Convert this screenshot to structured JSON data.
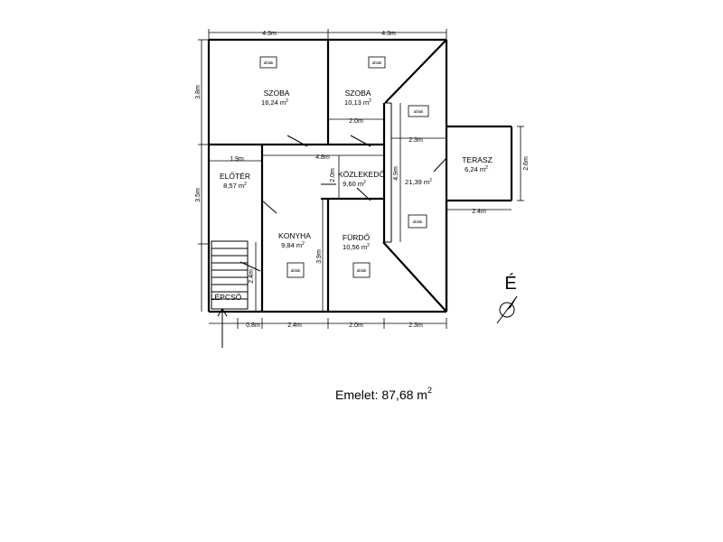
{
  "rooms": {
    "szoba1": {
      "name": "SZOBA",
      "area": "16,24 m",
      "sup": "2"
    },
    "szoba2": {
      "name": "SZOBA",
      "area": "10,13 m",
      "sup": "2"
    },
    "eloter": {
      "name": "ELŐTÉR",
      "area": "8,57 m",
      "sup": "2"
    },
    "kozlekedo": {
      "name": "KÖZLEKEDŐ",
      "area": "9,60 m",
      "sup": "2"
    },
    "konyha": {
      "name": "KONYHA",
      "area": "9,84 m",
      "sup": "2"
    },
    "furdo": {
      "name": "FÜRDŐ",
      "area": "10,56 m",
      "sup": "2"
    },
    "nappali": {
      "area": "21,39 m",
      "sup": "2"
    },
    "terasz": {
      "name": "TERASZ",
      "area": "6,24 m",
      "sup": "2"
    },
    "lepcso": {
      "name": "LÉPCSŐ"
    }
  },
  "window_label": "ablak",
  "dimensions": {
    "top_left": "4.3m",
    "top_right": "4.3m",
    "left_upper": "3.8m",
    "left_lower": "3.5m",
    "szoba2_bottom": "2.0m",
    "eloter_width": "1.9m",
    "middle_span": "4.8m",
    "kozlekedo_height": "2.0m",
    "corridor_height": "4.9m",
    "living_top": "2.3m",
    "terasz_height": "2.6m",
    "terasz_bottom": "2.4m",
    "konyha_height": "2.4m",
    "furdo_height": "3.9m",
    "bottom_1": "0.8m",
    "bottom_2": "2.4m",
    "bottom_3": "2.0m",
    "bottom_4": "2.3m"
  },
  "north_label": "É",
  "title": {
    "text": "Emelet: 87,68 m",
    "sup": "2"
  }
}
